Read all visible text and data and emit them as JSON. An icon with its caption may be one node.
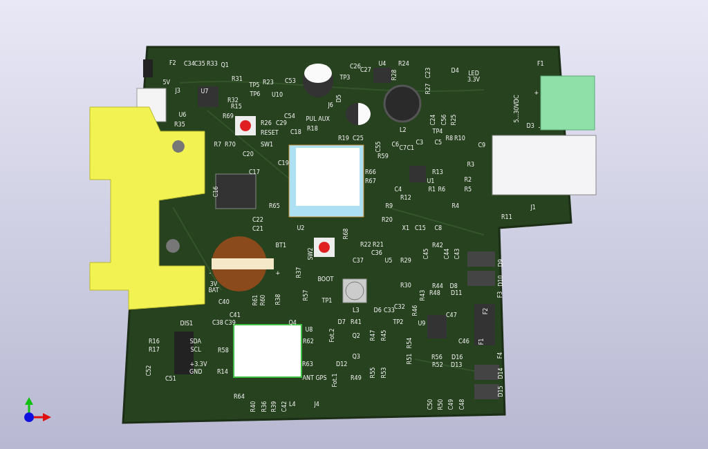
{
  "diagram": {
    "labels": [
      "F2",
      "C34",
      "C35",
      "R33",
      "Q1",
      "C26",
      "C27",
      "U4",
      "R24",
      "C23",
      "D4",
      "LED 3.3V",
      "F1",
      "5V",
      "R31",
      "TP5",
      "R23",
      "C53",
      "TP3",
      "R28",
      "R27",
      "+",
      "J3",
      "U7",
      "TP6",
      "U10",
      "D5",
      "R32",
      "R15",
      "J6",
      "5...30VDC",
      "-",
      "U6",
      "R69",
      "C54",
      "PUL AUX",
      "C24",
      "C56",
      "R25",
      "R35",
      "R26",
      "C29",
      "D3",
      "RESET",
      "C18",
      "R18",
      "L2",
      "TP4",
      "R19",
      "C25",
      "R8",
      "R10",
      "R7",
      "R70",
      "SW1",
      "C55",
      "C6",
      "C7",
      "C1",
      "C3",
      "C5",
      "C9",
      "C20",
      "R59",
      "C19",
      "R3",
      "C17",
      "R66",
      "R13",
      "R67",
      "U1",
      "R2",
      "C16",
      "C4",
      "R1",
      "R6",
      "R5",
      "R12",
      "R65",
      "R9",
      "R4",
      "J1",
      "C22",
      "R20",
      "R11",
      "C21",
      "U2",
      "X1",
      "C15",
      "C8",
      "R68",
      "BT1",
      "R22",
      "R21",
      "R42",
      "SW2",
      "C36",
      "C45",
      "C44",
      "C43",
      "C37",
      "U5",
      "R29",
      "D9",
      "-",
      "+",
      "R37",
      "BOOT",
      "D10",
      "3V BAT",
      "R30",
      "R44",
      "D8",
      "R57",
      "R43",
      "R48",
      "D11",
      "F3",
      "C40",
      "R61",
      "R60",
      "R38",
      "TP1",
      "L3",
      "D6",
      "C33",
      "C32",
      "R46",
      "F2",
      "C41",
      "C47",
      "DIS1",
      "C38",
      "C39",
      "Q4",
      "D7",
      "R41",
      "TP2",
      "U9",
      "U8",
      "Fot.2",
      "Q2",
      "R47",
      "R45",
      "R16",
      "SDA",
      "R62",
      "R54",
      "C46",
      "F1",
      "R17",
      "SCL",
      "R58",
      "Q3",
      "R51",
      "R56",
      "D16",
      "F4",
      "+3.3V",
      "R63",
      "D12",
      "R52",
      "D13",
      "C52",
      "GND",
      "R14",
      "R55",
      "R53",
      "D14",
      "C51",
      "ANT GPS",
      "Fot.1",
      "R49",
      "D15",
      "R64",
      "R40",
      "R36",
      "R39",
      "C42",
      "L4",
      "J4",
      "C50",
      "R50",
      "C49",
      "C48"
    ]
  }
}
